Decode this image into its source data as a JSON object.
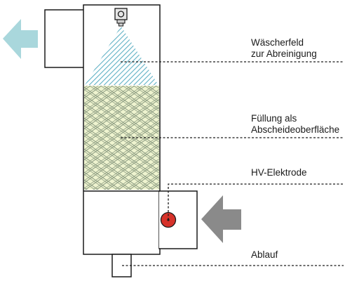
{
  "labels": {
    "spray_field_line1": "Wäscherfeld",
    "spray_field_line2": "zur Abreinigung",
    "packing_line1": "Füllung als",
    "packing_line2": "Abscheideoberfläche",
    "electrode": "HV-Elektrode",
    "drain": "Ablauf"
  },
  "colors": {
    "outline": "#1a1a1a",
    "outlet_arrow": "#a9d7dc",
    "inlet_arrow": "#8a8a8a",
    "spray_hatch": "#5fb0c4",
    "packing_fill": "#eef3cf",
    "packing_hatch": "#8a9a80",
    "electrode": "#d6322a"
  }
}
